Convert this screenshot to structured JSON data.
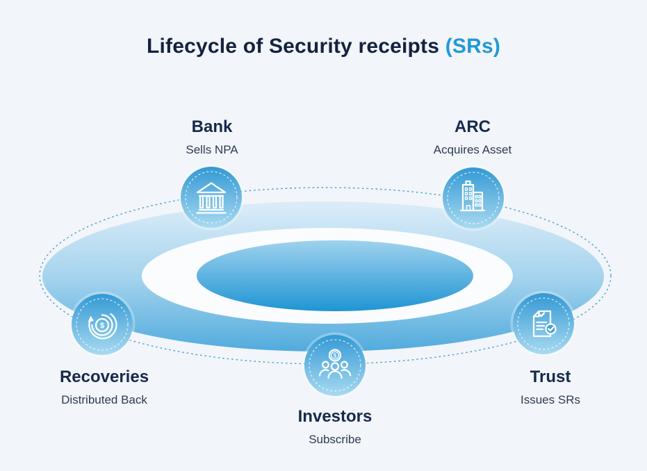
{
  "title": {
    "main": "Lifecycle of Security receipts",
    "accent": "(SRs)"
  },
  "nodes": [
    {
      "id": "bank",
      "title": "Bank",
      "subtitle": "Sells NPA",
      "icon": "bank-building-icon"
    },
    {
      "id": "arc",
      "title": "ARC",
      "subtitle": "Acquires Asset",
      "icon": "office-buildings-icon"
    },
    {
      "id": "recoveries",
      "title": "Recoveries",
      "subtitle": "Distributed Back",
      "icon": "money-recycle-icon"
    },
    {
      "id": "investors",
      "title": "Investors",
      "subtitle": "Subscribe",
      "icon": "investor-group-icon"
    },
    {
      "id": "trust",
      "title": "Trust",
      "subtitle": "Issues SRs",
      "icon": "document-check-icon"
    }
  ],
  "glyphs": {
    "dollar": "$"
  },
  "colors": {
    "background": "#f2f5f9",
    "title": "#13233e",
    "title_accent": "#2199d5",
    "node_title": "#17294b",
    "node_subtitle": "#2d3a52",
    "ring_outer_top": "#dcedf8",
    "ring_outer_bottom": "#51abdd",
    "ring_inner_top": "#9fd2ee",
    "ring_inner_bottom": "#1f95d3",
    "ring_white": "#fafcfe",
    "badge_gradient_top": "#3399d4",
    "badge_gradient_bottom": "#a9daf1",
    "dotted_outline": "#3f9cd4",
    "icon_stroke": "#ffffff"
  }
}
